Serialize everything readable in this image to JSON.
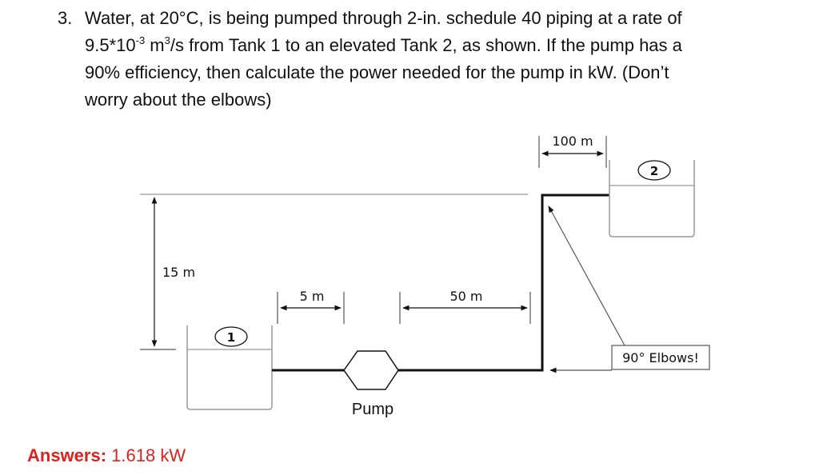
{
  "problem": {
    "number": "3.",
    "line1": "Water, at 20°C, is being pumped through 2-in. schedule 40 piping at a rate of",
    "line2_a": "9.5*10",
    "line2_exp": "-3",
    "line2_b": " m",
    "line2_sup": "3",
    "line2_c": "/s from Tank 1 to an elevated Tank 2, as shown. If the pump has a",
    "line3": "90% efficiency, then calculate the power needed for the pump in kW. (Don’t",
    "line4": "worry about the elbows)"
  },
  "diagram": {
    "height_label": "15 m",
    "pipe_segment_1_label": "5 m",
    "pipe_segment_2_label": "50 m",
    "pipe_segment_3_label": "100 m",
    "tank_1_label": "1",
    "tank_2_label": "2",
    "pump_label": "Pump",
    "elbow_callout": "90° Elbows!"
  },
  "answer": {
    "prefix": "Answers:",
    "value": "1.618 kW"
  },
  "colors": {
    "text": "#111111",
    "answer": "#e0201c",
    "line_thin": "#888888",
    "pipe": "#111111"
  }
}
